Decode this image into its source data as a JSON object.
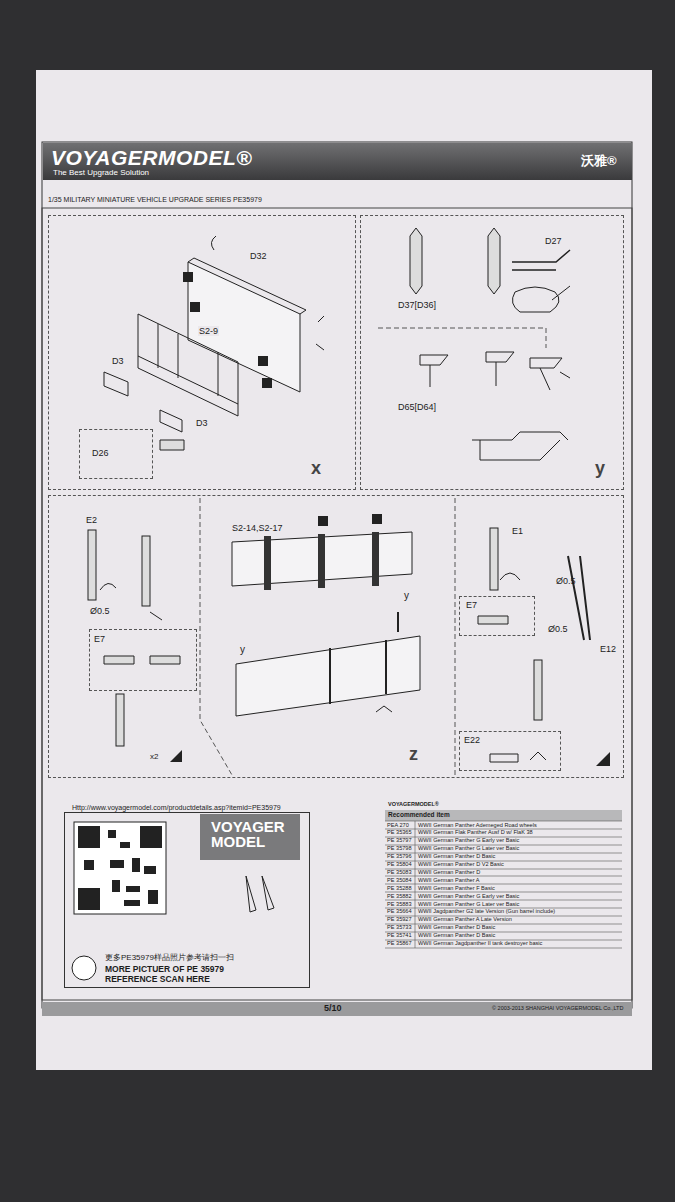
{
  "diagram": {
    "nodes": [
      {
        "text": [
          "VOYAGERMODEL®",
          "The Best Upgrade Solution",
          "沃雅®"
        ]
      },
      {
        "text": [
          "x"
        ]
      },
      {
        "text": [
          "D26"
        ],
        "in": 1
      },
      {
        "text": [
          "y"
        ]
      },
      {
        "text": [
          "z"
        ]
      },
      {
        "text": [
          "E7"
        ],
        "in": 4
      },
      {
        "text": [
          "E7"
        ],
        "in": 4
      },
      {
        "text": [
          "E22"
        ],
        "in": 4
      },
      {
        "text": [
          "VOYAGER MODEL",
          "更多PE35979样品照片参考请扫一扫",
          "MORE PICTUER OF PE 35979 REFERENCE SCAN HERE"
        ]
      },
      {
        "text": [
          "VOYAGERMODEL®",
          "Recommended item"
        ]
      }
    ],
    "labels": [
      "1/35 MILITARY MINIATURE VEHICLE UPGRADE SERIES PE35979",
      "D32",
      "S2-9",
      "D3",
      "D3",
      "D27",
      "D37[D36]",
      "D65[D64]",
      "E2",
      "Ø0.5",
      "x2",
      "S2-14,S2-17",
      "y",
      "y",
      "E1",
      "Ø0.5",
      "Ø0.5",
      "E12",
      "Http://www.voyagermodel.com/productdetails.asp?itemid=PE35979",
      "PEA 270",
      "WWII German Panther Ademeged Road wheels",
      "PE 35365",
      "WWII German Flak Panther Ausf D w/ FlaK 38",
      "PE 35797",
      "WWII German Panther G Early ver Basic",
      "PE 35798",
      "WWII German Panther G Later ver Basic",
      "PE 35796",
      "WWII German Panther D Basic",
      "PE 35804",
      "WWII German Panther D V2 Basic",
      "PE 35083",
      "WWII German Panther D",
      "PE 35084",
      "WWII German Panther A",
      "PE 35288",
      "WWII German Panther F Basic",
      "PE 35882",
      "WWII German Panther G Early ver Basic",
      "PE 35883",
      "WWII German Panther G Later ver Basic",
      "PE 35664",
      "WWII Jagdpanther G2 late Version (Gun barrel include)",
      "PE 35927",
      "WWII German Panther A Late Version",
      "PE 35733",
      "WWII German Panther D Basic",
      "PE 35741",
      "WWII German Panther D Basic",
      "PE 35867",
      "WWII German Jagdpanther II tank destroyer basic",
      "5/10",
      "© 2003-2013 SHANGHAI VOYAGERMODEL Co.,LTD"
    ]
  }
}
